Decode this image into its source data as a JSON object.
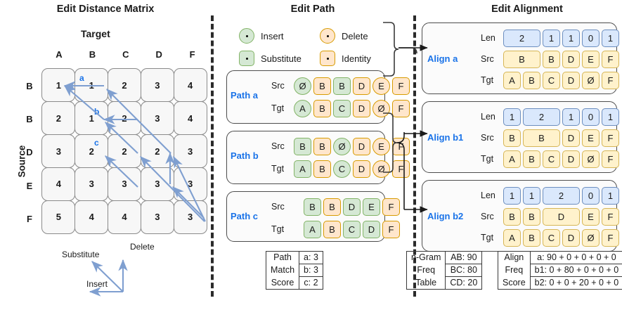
{
  "panels": {
    "matrix_title": "Edit Distance Matrix",
    "path_title": "Edit Path",
    "align_title": "Edit Alignment"
  },
  "matrix": {
    "target_label": "Target",
    "source_label": "Source",
    "columns": [
      "A",
      "B",
      "C",
      "D",
      "F"
    ],
    "rows": [
      "B",
      "B",
      "D",
      "E",
      "F"
    ],
    "values": [
      [
        1,
        1,
        2,
        3,
        4
      ],
      [
        2,
        1,
        2,
        3,
        4
      ],
      [
        3,
        2,
        2,
        2,
        3
      ],
      [
        4,
        3,
        3,
        3,
        3
      ],
      [
        5,
        4,
        4,
        3,
        3
      ]
    ],
    "path_markers": [
      "a",
      "b",
      "c"
    ],
    "arrow_legend": {
      "substitute": "Substitute",
      "delete": "Delete",
      "insert": "Insert"
    }
  },
  "legend": {
    "items": [
      {
        "label": "Insert",
        "shape": "circle",
        "color": "green"
      },
      {
        "label": "Delete",
        "shape": "circle",
        "color": "orange"
      },
      {
        "label": "Substitute",
        "shape": "square",
        "color": "green"
      },
      {
        "label": "Identity",
        "shape": "square",
        "color": "orange"
      }
    ]
  },
  "paths": [
    {
      "name": "Path a",
      "src_label": "Src",
      "tgt_label": "Tgt",
      "src": [
        {
          "t": "Ø",
          "c": "t-green-ci"
        },
        {
          "t": "B",
          "c": "t-orange-sq"
        },
        {
          "t": "B",
          "c": "t-green-sq"
        },
        {
          "t": "D",
          "c": "t-orange-sq"
        },
        {
          "t": "E",
          "c": "t-orange-ci"
        },
        {
          "t": "F",
          "c": "t-orange-sq"
        }
      ],
      "tgt": [
        {
          "t": "A",
          "c": "t-green-ci"
        },
        {
          "t": "B",
          "c": "t-orange-sq"
        },
        {
          "t": "C",
          "c": "t-green-sq"
        },
        {
          "t": "D",
          "c": "t-orange-sq"
        },
        {
          "t": "Ø",
          "c": "t-orange-ci"
        },
        {
          "t": "F",
          "c": "t-orange-sq"
        }
      ]
    },
    {
      "name": "Path b",
      "src_label": "Src",
      "tgt_label": "Tgt",
      "src": [
        {
          "t": "B",
          "c": "t-green-sq"
        },
        {
          "t": "B",
          "c": "t-orange-sq"
        },
        {
          "t": "Ø",
          "c": "t-green-ci"
        },
        {
          "t": "D",
          "c": "t-orange-sq"
        },
        {
          "t": "E",
          "c": "t-orange-ci"
        },
        {
          "t": "F",
          "c": "t-orange-sq"
        }
      ],
      "tgt": [
        {
          "t": "A",
          "c": "t-green-sq"
        },
        {
          "t": "B",
          "c": "t-orange-sq"
        },
        {
          "t": "C",
          "c": "t-green-ci"
        },
        {
          "t": "D",
          "c": "t-orange-sq"
        },
        {
          "t": "Ø",
          "c": "t-orange-ci"
        },
        {
          "t": "F",
          "c": "t-orange-sq"
        }
      ]
    },
    {
      "name": "Path c",
      "src_label": "Src",
      "tgt_label": "Tgt",
      "src": [
        {
          "t": "B",
          "c": "t-green-sq"
        },
        {
          "t": "B",
          "c": "t-orange-sq"
        },
        {
          "t": "D",
          "c": "t-green-sq"
        },
        {
          "t": "E",
          "c": "t-green-sq"
        },
        {
          "t": "F",
          "c": "t-orange-sq"
        }
      ],
      "tgt": [
        {
          "t": "A",
          "c": "t-green-sq"
        },
        {
          "t": "B",
          "c": "t-orange-sq"
        },
        {
          "t": "C",
          "c": "t-green-sq"
        },
        {
          "t": "D",
          "c": "t-green-sq"
        },
        {
          "t": "F",
          "c": "t-orange-sq"
        }
      ]
    }
  ],
  "alignments": [
    {
      "name": "Align a",
      "len_label": "Len",
      "src_label": "Src",
      "tgt_label": "Tgt",
      "len": [
        {
          "t": "2",
          "w": 2
        },
        {
          "t": "1",
          "w": 1
        },
        {
          "t": "1",
          "w": 1
        },
        {
          "t": "0",
          "w": 1
        },
        {
          "t": "1",
          "w": 1
        }
      ],
      "src": [
        {
          "t": "B",
          "w": 2
        },
        {
          "t": "B",
          "w": 1
        },
        {
          "t": "D",
          "w": 1
        },
        {
          "t": "E",
          "w": 1
        },
        {
          "t": "F",
          "w": 1
        }
      ],
      "tgt": [
        {
          "t": "A",
          "w": 1
        },
        {
          "t": "B",
          "w": 1
        },
        {
          "t": "C",
          "w": 1
        },
        {
          "t": "D",
          "w": 1
        },
        {
          "t": "Ø",
          "w": 1
        },
        {
          "t": "F",
          "w": 1
        }
      ]
    },
    {
      "name": "Align b1",
      "len_label": "Len",
      "src_label": "Src",
      "tgt_label": "Tgt",
      "len": [
        {
          "t": "1",
          "w": 1
        },
        {
          "t": "2",
          "w": 2
        },
        {
          "t": "1",
          "w": 1
        },
        {
          "t": "0",
          "w": 1
        },
        {
          "t": "1",
          "w": 1
        }
      ],
      "src": [
        {
          "t": "B",
          "w": 1
        },
        {
          "t": "B",
          "w": 2
        },
        {
          "t": "D",
          "w": 1
        },
        {
          "t": "E",
          "w": 1
        },
        {
          "t": "F",
          "w": 1
        }
      ],
      "tgt": [
        {
          "t": "A",
          "w": 1
        },
        {
          "t": "B",
          "w": 1
        },
        {
          "t": "C",
          "w": 1
        },
        {
          "t": "D",
          "w": 1
        },
        {
          "t": "Ø",
          "w": 1
        },
        {
          "t": "F",
          "w": 1
        }
      ]
    },
    {
      "name": "Align b2",
      "len_label": "Len",
      "src_label": "Src",
      "tgt_label": "Tgt",
      "len": [
        {
          "t": "1",
          "w": 1
        },
        {
          "t": "1",
          "w": 1
        },
        {
          "t": "2",
          "w": 2
        },
        {
          "t": "0",
          "w": 1
        },
        {
          "t": "1",
          "w": 1
        }
      ],
      "src": [
        {
          "t": "B",
          "w": 1
        },
        {
          "t": "B",
          "w": 1
        },
        {
          "t": "D",
          "w": 2
        },
        {
          "t": "E",
          "w": 1
        },
        {
          "t": "F",
          "w": 1
        }
      ],
      "tgt": [
        {
          "t": "A",
          "w": 1
        },
        {
          "t": "B",
          "w": 1
        },
        {
          "t": "C",
          "w": 1
        },
        {
          "t": "D",
          "w": 1
        },
        {
          "t": "Ø",
          "w": 1
        },
        {
          "t": "F",
          "w": 1
        }
      ]
    }
  ],
  "path_score_table": {
    "title_lines": [
      "Path",
      "Match",
      "Score"
    ],
    "rows": [
      "a: 3",
      "b: 3",
      "c: 2"
    ]
  },
  "ngram_table": {
    "title_lines": [
      "n-Gram",
      "Freq",
      "Table"
    ],
    "rows": [
      "AB: 90",
      "BC: 80",
      "CD: 20"
    ]
  },
  "align_freq_table": {
    "title_lines": [
      "Align",
      "Freq",
      "Score"
    ],
    "rows": [
      "a: 90 + 0 + 0 + 0 + 0",
      "b1: 0 + 80 + 0 + 0 + 0",
      "b2: 0 + 0 + 20 + 0 + 0"
    ]
  },
  "colors": {
    "green_fill": "#d5e8d4",
    "green_stroke": "#82b366",
    "orange_fill": "#ffe6cc",
    "orange_stroke": "#d79b00",
    "blue_fill": "#dae8fc",
    "blue_stroke": "#6c8ebf",
    "yellow_fill": "#fff2cc",
    "yellow_stroke": "#d6b656",
    "accent_text": "#1a73e8",
    "arrow": "#7f9fd0"
  }
}
